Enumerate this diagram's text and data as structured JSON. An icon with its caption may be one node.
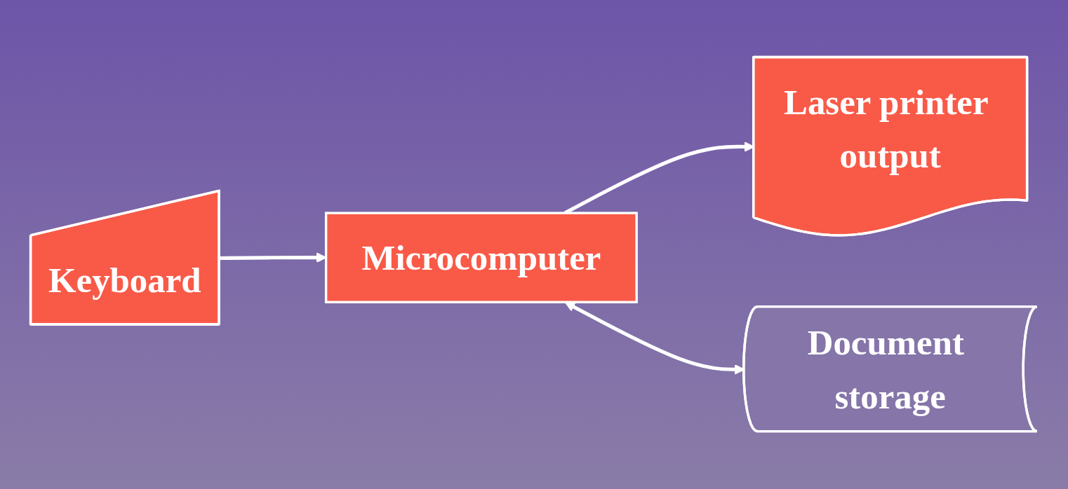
{
  "diagram": {
    "nodes": [
      {
        "text": [
          "Keyboard"
        ]
      },
      {
        "text": [
          "Microcomputer"
        ]
      },
      {
        "text": [
          "Laser printer output"
        ]
      },
      {
        "text": [
          "Document storage"
        ]
      }
    ],
    "edges": [
      {
        "from": 0,
        "to": 1,
        "arrow": "to"
      },
      {
        "from": 1,
        "to": 2,
        "arrow": "to"
      },
      {
        "from": 1,
        "to": 3,
        "arrow": "both"
      }
    ]
  }
}
